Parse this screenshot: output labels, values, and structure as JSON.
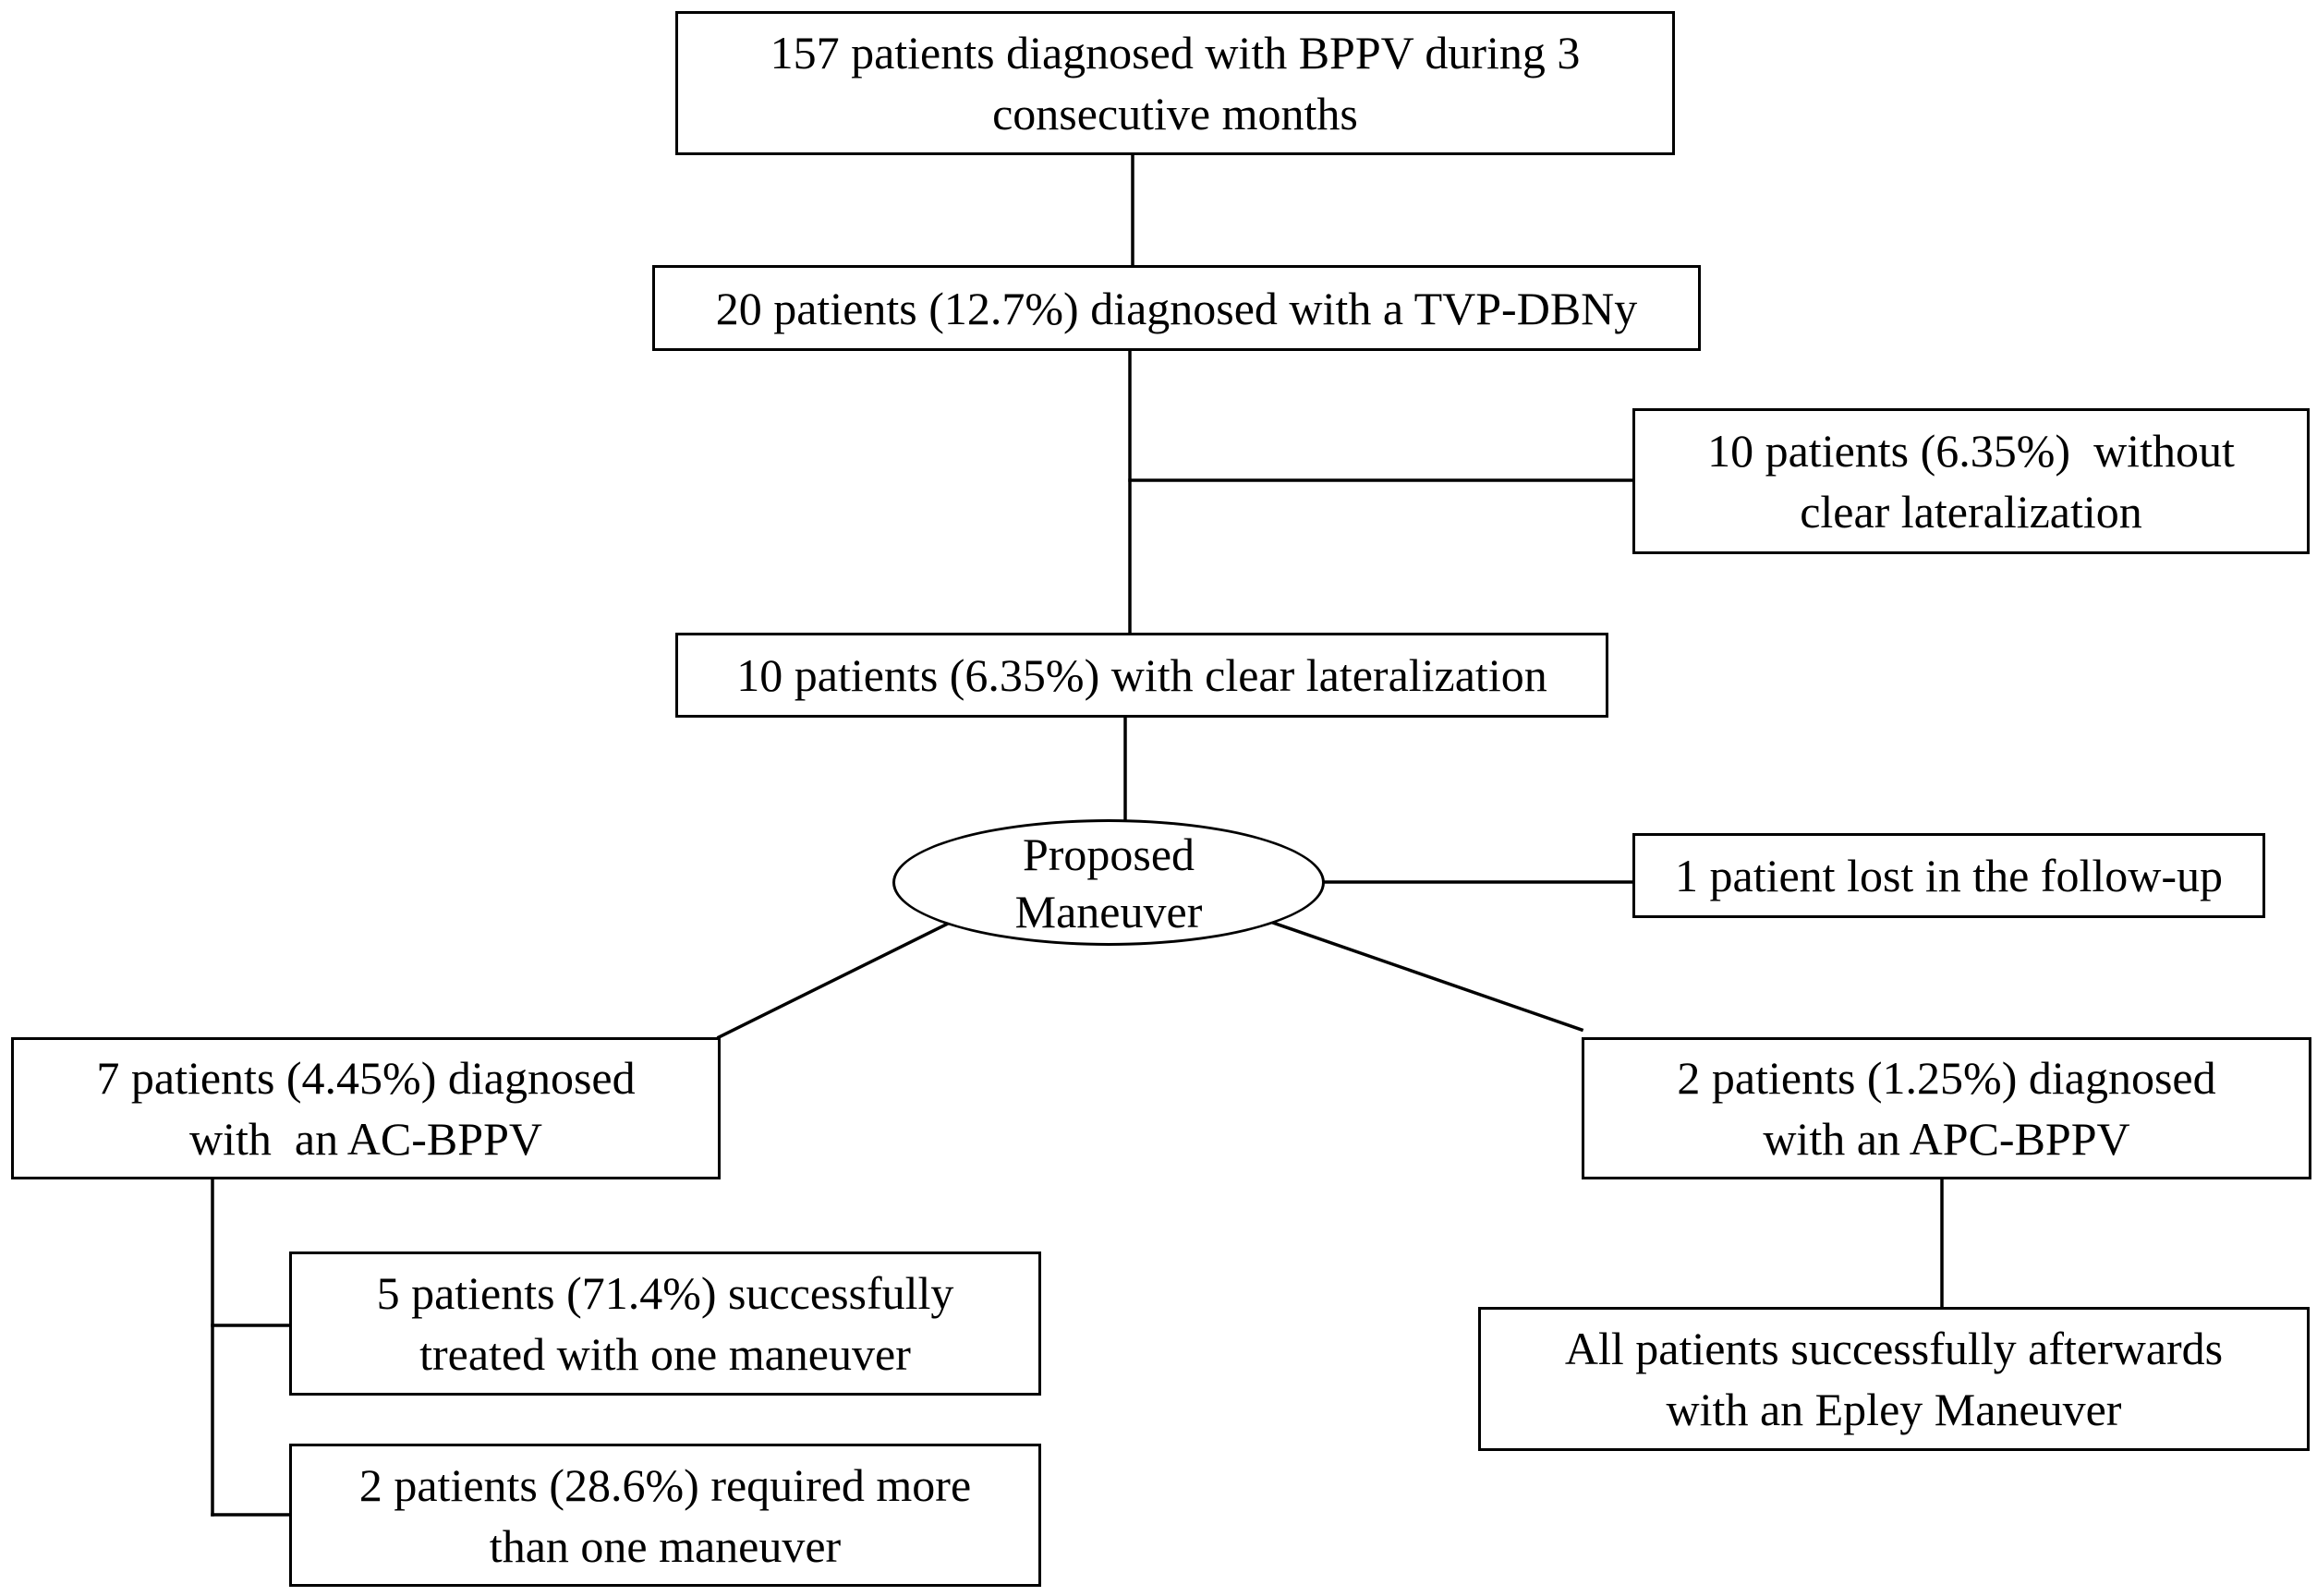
{
  "flowchart": {
    "root": "157 patients diagnosed with BPPV during 3\nconsecutive months",
    "tvp": "20 patients (12.7%) diagnosed with a TVP-DBNy",
    "no_lateral": "10 patients (6.35%)  without\nclear lateralization",
    "clear_lateral": "10 patients (6.35%) with clear lateralization",
    "maneuver": "Proposed\nManeuver",
    "lost": "1 patient lost in the follow-up",
    "ac": "7 patients (4.45%) diagnosed\nwith  an AC-BPPV",
    "apc": "2 patients (1.25%) diagnosed\nwith an APC-BPPV",
    "success_one": "5 patients (71.4%) successfully\ntreated with one maneuver",
    "more_than_one": "2 patients (28.6%) required more\nthan one maneuver",
    "epley": "All patients successfully afterwards\nwith an Epley Maneuver"
  }
}
